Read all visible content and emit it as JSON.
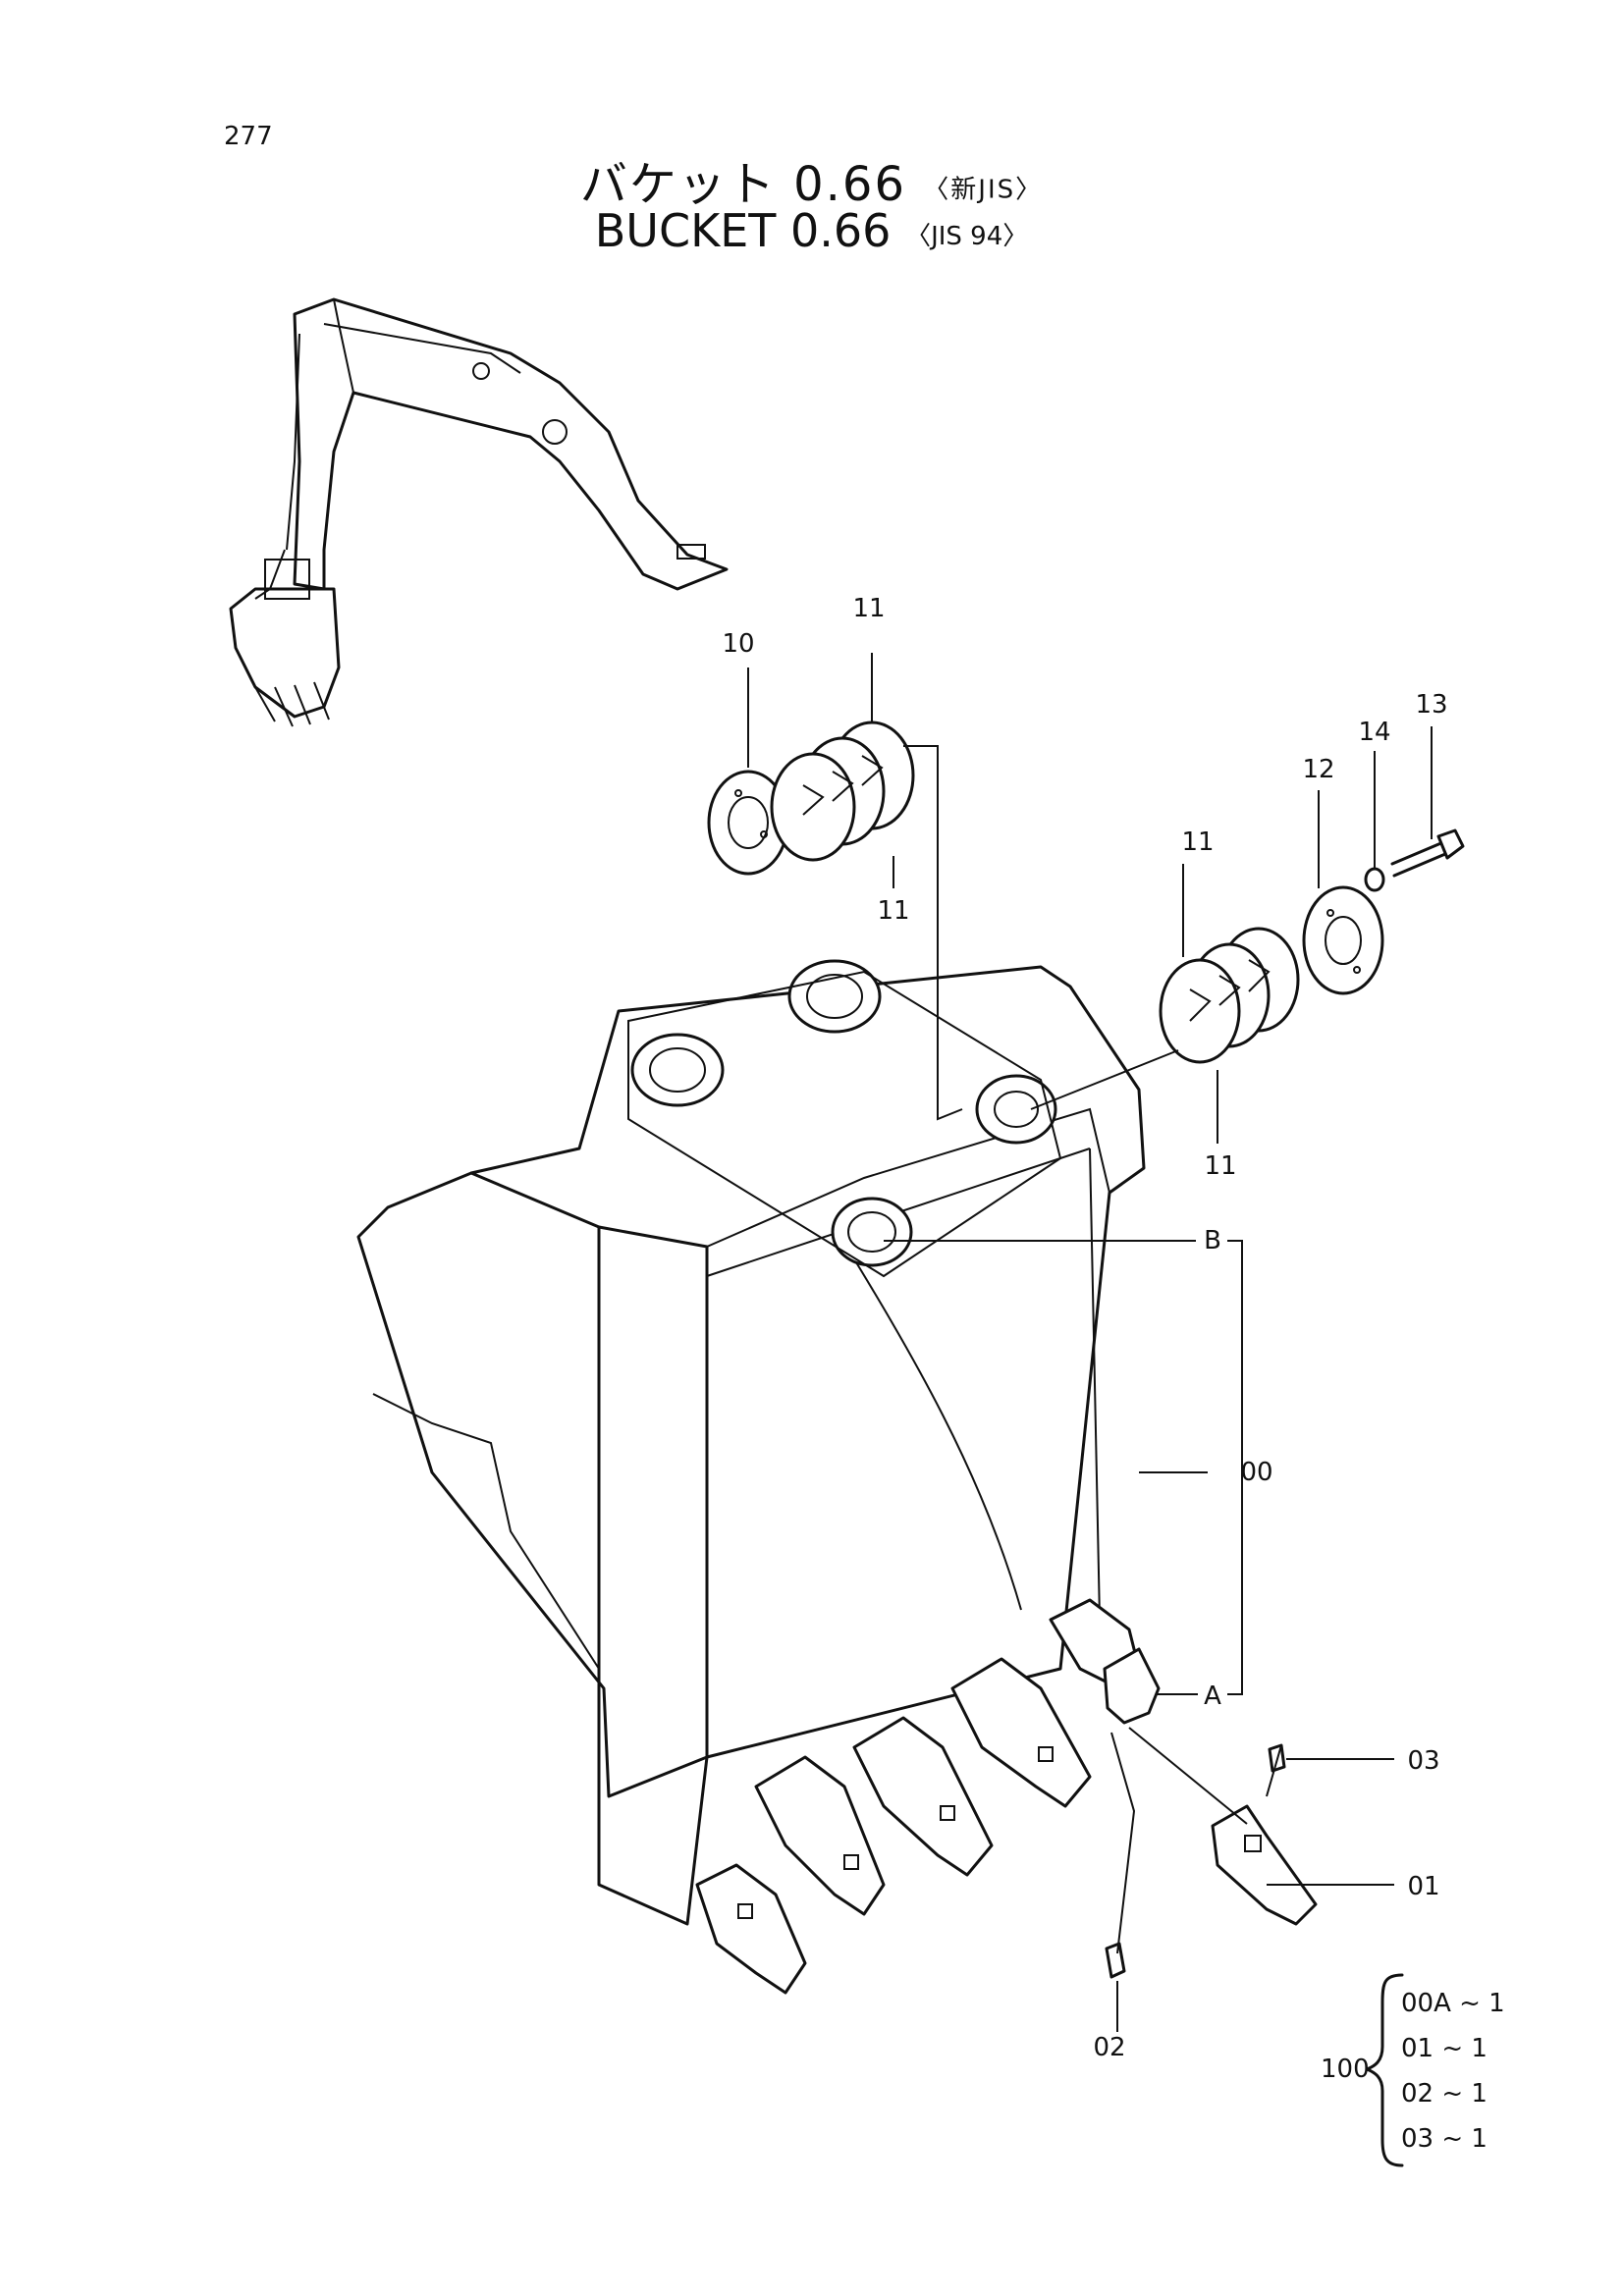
{
  "page_number": "277",
  "title_jp": {
    "main": "バケット 0.66",
    "standard": "〈新JIS〉"
  },
  "title_en": {
    "main": "BUCKET 0.66",
    "standard": "〈JIS 94〉"
  },
  "callouts": {
    "part_10": "10",
    "part_11_top": "11",
    "part_11_mid": "11",
    "part_11_right_top": "11",
    "part_11_right_bottom": "11",
    "part_12": "12",
    "part_14": "14",
    "part_13": "13",
    "ref_b": "B",
    "part_00": "00",
    "ref_a": "A",
    "part_03": "03",
    "part_01": "01",
    "part_02": "02"
  },
  "kit": {
    "number": "100",
    "items": [
      "00A ~ 1",
      "01  ~ 1",
      "02  ~ 1",
      "03  ~ 1"
    ]
  }
}
